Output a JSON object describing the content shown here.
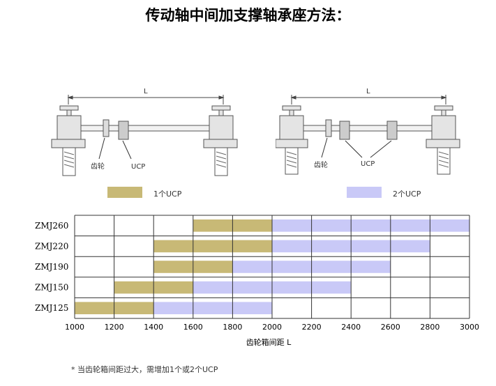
{
  "title": "传动轴中间加支撑轴承座方法：",
  "diagram_left": {
    "dimension": "L",
    "gear": "齿轮",
    "bearing": "UCP"
  },
  "diagram_right": {
    "dimension": "L",
    "gear": "齿轮",
    "bearing": "UCP"
  },
  "legend": [
    {
      "label": "1个UCP",
      "color": "#c8b976"
    },
    {
      "label": "2个UCP",
      "color": "#c9c9f7"
    }
  ],
  "footnote": "* 当齿轮箱间距过大，需增加1个或2个UCP",
  "chart_data": {
    "type": "bar",
    "orientation": "horizontal",
    "categories": [
      "ZMJ260",
      "ZMJ220",
      "ZMJ190",
      "ZMJ150",
      "ZMJ125"
    ],
    "series": [
      {
        "name": "1个UCP",
        "ranges": [
          [
            1600,
            2000
          ],
          [
            1400,
            2000
          ],
          [
            1400,
            1800
          ],
          [
            1200,
            1600
          ],
          [
            1000,
            1400
          ]
        ]
      },
      {
        "name": "2个UCP",
        "ranges": [
          [
            2000,
            3000
          ],
          [
            2000,
            2800
          ],
          [
            1800,
            2600
          ],
          [
            1600,
            2400
          ],
          [
            1400,
            2000
          ]
        ]
      }
    ],
    "xlabel": "齿轮箱间距 L",
    "xticks": [
      1000,
      1200,
      1400,
      1600,
      1800,
      2000,
      2200,
      2400,
      2600,
      2800,
      3000
    ],
    "xlim": [
      1000,
      3000
    ],
    "grid": true
  }
}
